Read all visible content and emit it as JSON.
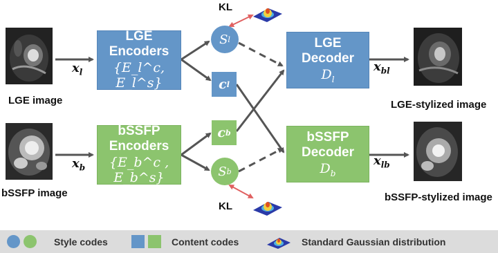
{
  "inputs": {
    "lge_label": "LGE image",
    "bssfp_label": "bSSFP image",
    "x_l": "x",
    "x_l_sub": "l",
    "x_b": "x",
    "x_b_sub": "b"
  },
  "encoders": {
    "lge_line1": "LGE",
    "lge_line2": "Encoders",
    "lge_math": "{E_l^c, E_l^s}",
    "bssfp_line1": "bSSFP",
    "bssfp_line2": "Encoders",
    "bssfp_math": "{E_b^c , E_b^s}"
  },
  "codes": {
    "s_l": "S",
    "s_l_sub": "l",
    "c_l": "c",
    "c_l_sub": "l",
    "c_b": "c",
    "c_b_sub": "b",
    "s_b": "S",
    "s_b_sub": "b",
    "kl_top": "KL",
    "kl_bottom": "KL"
  },
  "decoders": {
    "lge_line1": "LGE",
    "lge_line2": "Decoder",
    "lge_sym": "D",
    "lge_sym_sub": "l",
    "bssfp_line1": "bSSFP",
    "bssfp_line2": "Decoder",
    "bssfp_sym": "D",
    "bssfp_sym_sub": "b"
  },
  "outputs": {
    "x_bl": "x",
    "x_bl_sub": "bl",
    "x_lb": "x",
    "x_lb_sub": "lb",
    "lge_stylized_label": "LGE-stylized image",
    "bssfp_stylized_label": "bSSFP-stylized image"
  },
  "legend": {
    "style_codes": "Style codes",
    "content_codes": "Content codes",
    "gaussian": "Standard Gaussian distribution"
  },
  "colors": {
    "blue": "#6496c8",
    "green": "#8cc46e",
    "arrow": "#555555",
    "kl_arrow": "#e06060"
  }
}
